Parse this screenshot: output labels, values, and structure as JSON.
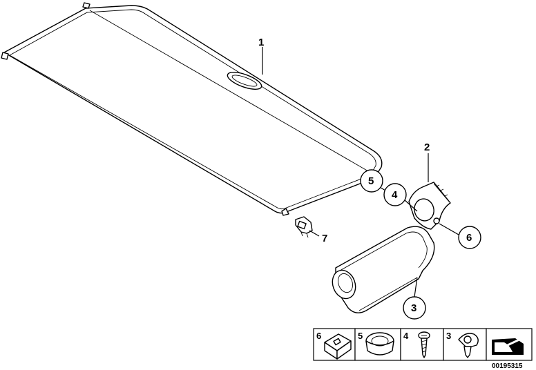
{
  "callouts": {
    "part1": "1",
    "part2": "2",
    "part3": "3",
    "part4": "4",
    "part5": "5",
    "part6": "6",
    "part7": "7"
  },
  "parts_strip": {
    "cells": [
      {
        "number": "6",
        "icon": "square-clip-icon"
      },
      {
        "number": "5",
        "icon": "ring-clip-icon"
      },
      {
        "number": "4",
        "icon": "screw-icon"
      },
      {
        "number": "3",
        "icon": "expanding-rivet-icon"
      },
      {
        "number": "",
        "icon": "arrow-wedge-icon"
      }
    ]
  },
  "document_id": "00195315"
}
